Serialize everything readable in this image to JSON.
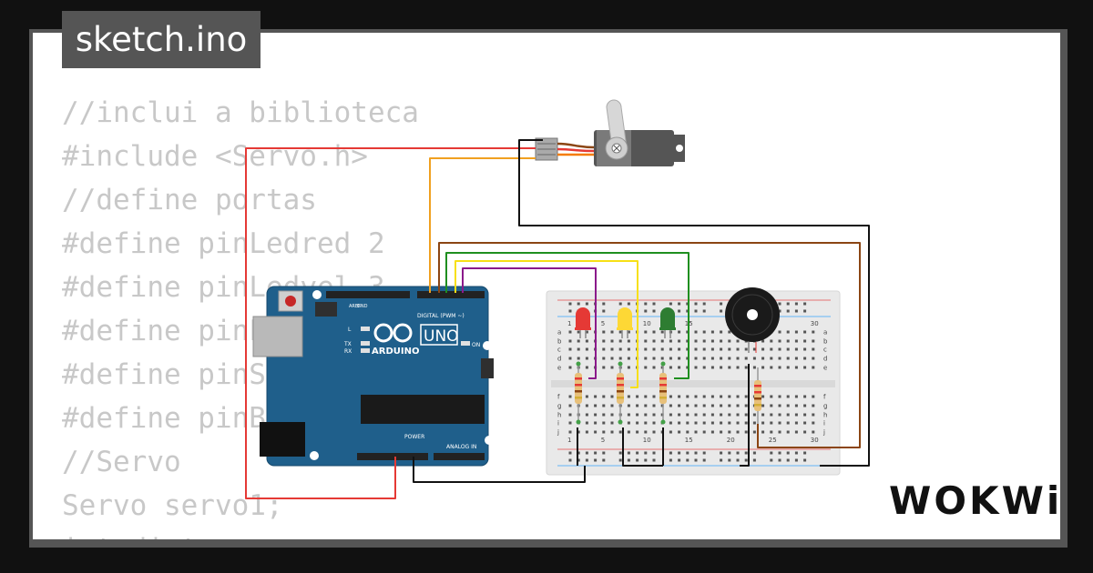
{
  "project": {
    "filename": "sketch.ino"
  },
  "code_lines": [
    "//inclui a biblioteca",
    "#include <Servo.h>",
    "//define portas",
    "#define pinLedred 2",
    "#define pinLedyel 3",
    "#define pinLedgre 4",
    "#define pinServo 6",
    "#define pinBuzzer 5",
    "//Servo",
    "Servo servo1;",
    "int dist;"
  ],
  "arduino": {
    "brand_label": "ARDUINO",
    "model_label": "UNO",
    "digital_label": "DIGITAL (PWM ~)",
    "analog_label": "ANALOG IN",
    "power_label": "POWER",
    "on_label": "ON",
    "l_label": "L",
    "tx_label": "TX",
    "rx_label": "RX",
    "aref_label": "AREF",
    "gnd_label": "GND"
  },
  "breadboard": {
    "column_numbers": [
      "1",
      "5",
      "10",
      "15",
      "20",
      "25",
      "30"
    ],
    "row_letters": [
      "a",
      "b",
      "c",
      "d",
      "e",
      "f",
      "g",
      "h",
      "i",
      "j"
    ]
  },
  "leds": [
    {
      "name": "red",
      "color": "#e53935"
    },
    {
      "name": "yellow",
      "color": "#fdd835"
    },
    {
      "name": "green",
      "color": "#2e7d32"
    }
  ],
  "brand": {
    "logo_text": "WOKWi"
  },
  "colors": {
    "background": "#111111",
    "card": "#ffffff",
    "code_text": "#c8c8c8",
    "title_tab": "#555555",
    "arduino_board": "#1f5f8b",
    "wire_red": "#e53935",
    "wire_orange": "#f0a020",
    "wire_black": "#111111",
    "wire_brown": "#8b4513",
    "wire_green": "#1f8f1f",
    "wire_yellow": "#f7e016",
    "wire_purple": "#8b1a8b"
  }
}
